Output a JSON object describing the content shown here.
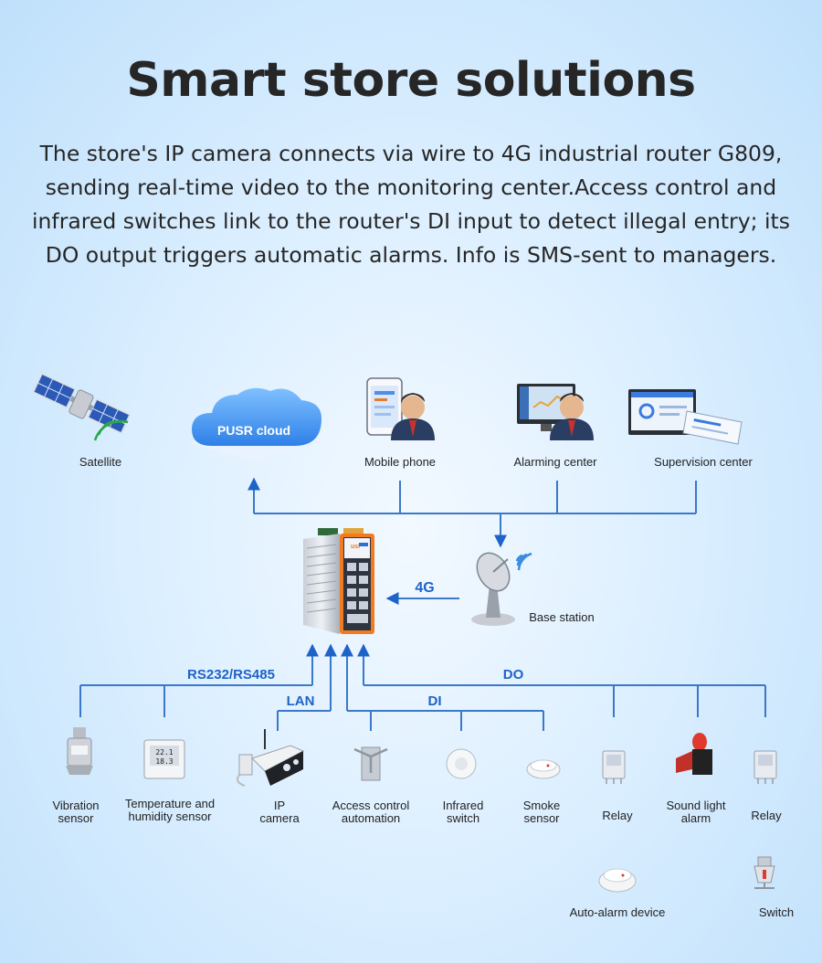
{
  "title": "Smart store solutions",
  "description": "The store's IP camera connects via wire to 4G industrial router G809, sending real-time video to the monitoring center.Access control and infrared switches link to the router's DI input to detect illegal entry; its DO output triggers automatic alarms. Info is SMS-sent to managers.",
  "cloud_label": "PUSR cloud",
  "router_logo": "usr",
  "top_nodes": {
    "satellite": "Satellite",
    "mobile": "Mobile phone",
    "alarming": "Alarming center",
    "supervision": "Supervision center"
  },
  "base_station": "Base station",
  "links": {
    "4g": "4G",
    "rs": "RS232/RS485",
    "lan": "LAN",
    "di": "DI",
    "do": "DO"
  },
  "devices": {
    "vibration": [
      "Vibration",
      "sensor"
    ],
    "temperature": [
      "Temperature and",
      "humidity sensor"
    ],
    "ip_camera": [
      "IP",
      "camera"
    ],
    "access": [
      "Access control",
      "automation"
    ],
    "infrared": [
      "Infrared",
      "switch"
    ],
    "smoke": [
      "Smoke",
      "sensor"
    ],
    "relay1": "Relay",
    "sound": [
      "Sound light",
      "alarm"
    ],
    "relay2": "Relay",
    "auto_alarm": "Auto-alarm device",
    "switch": "Switch"
  },
  "thermo_reading": [
    "22.1",
    "18.3"
  ],
  "colors": {
    "line": "#3a78c9",
    "arrow": "#1e63c8",
    "router_orange": "#f07b22",
    "cloud": "#4a9af0"
  }
}
